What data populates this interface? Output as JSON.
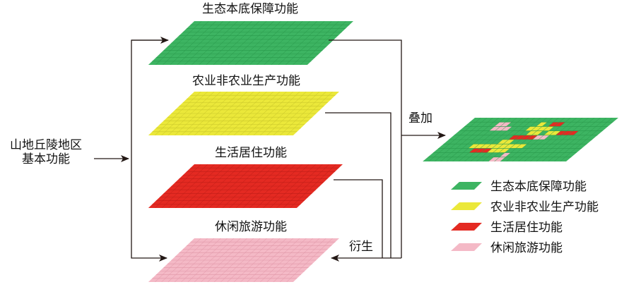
{
  "source": {
    "line1": "山地丘陵地区",
    "line2": "基本功能"
  },
  "layers": [
    {
      "label": "生态本底保障功能",
      "color": "#3db462",
      "grid": "#2a9a4c"
    },
    {
      "label": "农业非农业生产功能",
      "color": "#ebe83a",
      "grid": "#c9c62a"
    },
    {
      "label": "生活居住功能",
      "color": "#e42a22",
      "grid": "#c01e18"
    },
    {
      "label": "休闲旅游功能",
      "color": "#f4b9c6",
      "grid": "#e097a8"
    }
  ],
  "arrows": {
    "overlay": "叠加",
    "derive": "衍生"
  },
  "legend": [
    {
      "label": "生态本底保障功能",
      "color": "#3db462"
    },
    {
      "label": "农业非农业生产功能",
      "color": "#ebe83a"
    },
    {
      "label": "生活居住功能",
      "color": "#e42a22"
    },
    {
      "label": "休闲旅游功能",
      "color": "#f4b9c6"
    }
  ]
}
